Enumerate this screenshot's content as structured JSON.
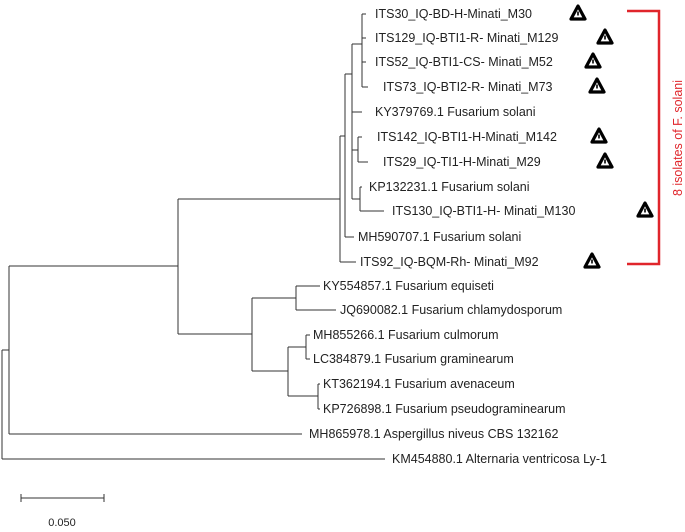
{
  "tree": {
    "leaves": [
      {
        "id": "m30",
        "label": "ITS30_IQ-BD-H-Minati_M30",
        "marker": true
      },
      {
        "id": "m129",
        "label": "ITS129_IQ-BTI1-R- Minati_M129",
        "marker": true
      },
      {
        "id": "m52",
        "label": "ITS52_IQ-BTI1-CS- Minati_M52",
        "marker": true
      },
      {
        "id": "m73",
        "label": "ITS73_IQ-BTI2-R- Minati_M73",
        "marker": true
      },
      {
        "id": "ky379769",
        "label": "KY379769.1 Fusarium solani",
        "marker": false
      },
      {
        "id": "m142",
        "label": "ITS142_IQ-BTI1-H-Minati_M142",
        "marker": true
      },
      {
        "id": "m29",
        "label": "ITS29_IQ-TI1-H-Minati_M29",
        "marker": true
      },
      {
        "id": "kp132231",
        "label": "KP132231.1 Fusarium solani",
        "marker": false
      },
      {
        "id": "m130",
        "label": "ITS130_IQ-BTI1-H- Minati_M130",
        "marker": true
      },
      {
        "id": "mh590707",
        "label": "MH590707.1 Fusarium solani",
        "marker": false
      },
      {
        "id": "m92",
        "label": "ITS92_IQ-BQM-Rh- Minati_M92",
        "marker": true
      },
      {
        "id": "ky554857",
        "label": "KY554857.1 Fusarium equiseti",
        "marker": false
      },
      {
        "id": "jq690082",
        "label": "JQ690082.1 Fusarium chlamydosporum",
        "marker": false
      },
      {
        "id": "mh855266",
        "label": "MH855266.1 Fusarium culmorum",
        "marker": false
      },
      {
        "id": "lc384879",
        "label": "LC384879.1 Fusarium graminearum",
        "marker": false
      },
      {
        "id": "kt362194",
        "label": "KT362194.1 Fusarium avenaceum",
        "marker": false
      },
      {
        "id": "kp726898",
        "label": "KP726898.1 Fusarium pseudograminearum",
        "marker": false
      },
      {
        "id": "mh865978",
        "label": "MH865978.1 Aspergillus niveus  CBS 132162",
        "marker": false
      },
      {
        "id": "km454880",
        "label": "KM454880.1 Alternaria ventricosa  Ly-1",
        "marker": false
      }
    ],
    "marker_icon": "triangle-warning-icon"
  },
  "annotation": {
    "label": "8 isolates of F. solani",
    "color": "#e0252b"
  },
  "scale_bar": {
    "value": "0.050"
  }
}
